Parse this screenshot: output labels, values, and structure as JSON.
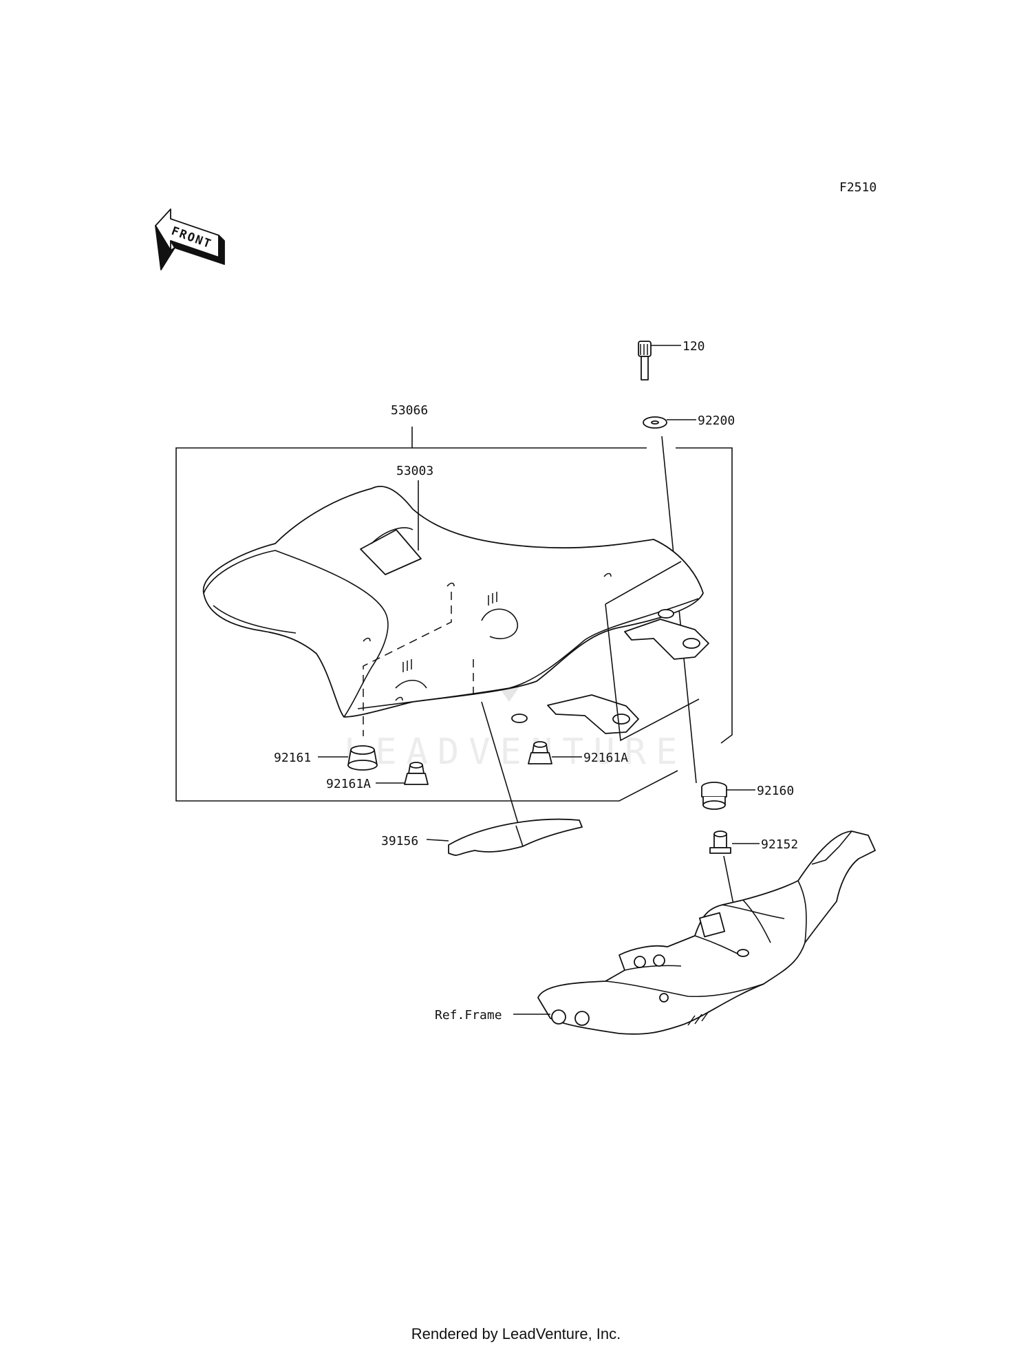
{
  "figure_code": "F2510",
  "front_label": "FRONT",
  "footer": "Rendered by LeadVenture, Inc.",
  "watermark": "LEADVENTURE",
  "parts": {
    "p120": "120",
    "p92200": "92200",
    "p53066": "53066",
    "p53003": "53003",
    "p92161": "92161",
    "p92161A_left": "92161A",
    "p92161A_right": "92161A",
    "p92160": "92160",
    "p92152": "92152",
    "p39156": "39156",
    "ref_frame": "Ref.Frame"
  }
}
